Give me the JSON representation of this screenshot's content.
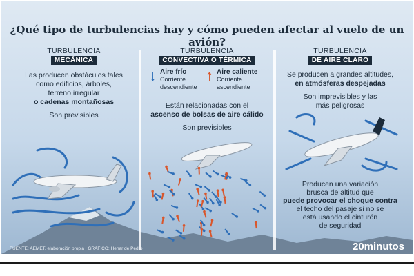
{
  "title": "¿Qué tipo de turbulencias hay y cómo pueden afectar al vuelo de un avión?",
  "panels": {
    "mecanica": {
      "h1": "TURBULENCIA",
      "h2": "MECÁNICA",
      "l1": "Las producen obstáculos tales",
      "l2": "como edificios, árboles,",
      "l3": "terreno irregular",
      "l4": "o cadenas montañosas",
      "l5": "Son previsibles"
    },
    "convectiva": {
      "h1": "TURBULENCIA",
      "h2": "CONVECTIVA O TÉRMICA",
      "cold_title": "Aire frío",
      "cold_sub1": "Corriente",
      "cold_sub2": "descendiente",
      "hot_title": "Aire caliente",
      "hot_sub1": "Corriente",
      "hot_sub2": "ascendiente",
      "l1": "Están relacionadas con el",
      "l2": "ascenso de bolsas de aire cálido",
      "l3": "Son previsibles"
    },
    "claro": {
      "h1": "TURBULENCIA",
      "h2": "DE AIRE CLARO",
      "l1": "Se producen a grandes altitudes,",
      "l2": "en atmósferas despejadas",
      "l3": "Son imprevisibles y las",
      "l4": "más peligrosas",
      "b1": "Producen una variación",
      "b2": "brusca de altitud que",
      "b3": "puede provocar el choque contra",
      "b4": "el techo del pasaje si no se",
      "b5": "está usando el cinturón",
      "b6": "de seguridad"
    }
  },
  "footer": "FUENTE: AEMET, elaboración propia  |  GRÁFICO: Henar de Pedro",
  "brand": "20minutos",
  "colors": {
    "navy": "#1c2b3a",
    "blue": "#2f6fb8",
    "red": "#d9562b",
    "sky": "#aec8e0"
  }
}
